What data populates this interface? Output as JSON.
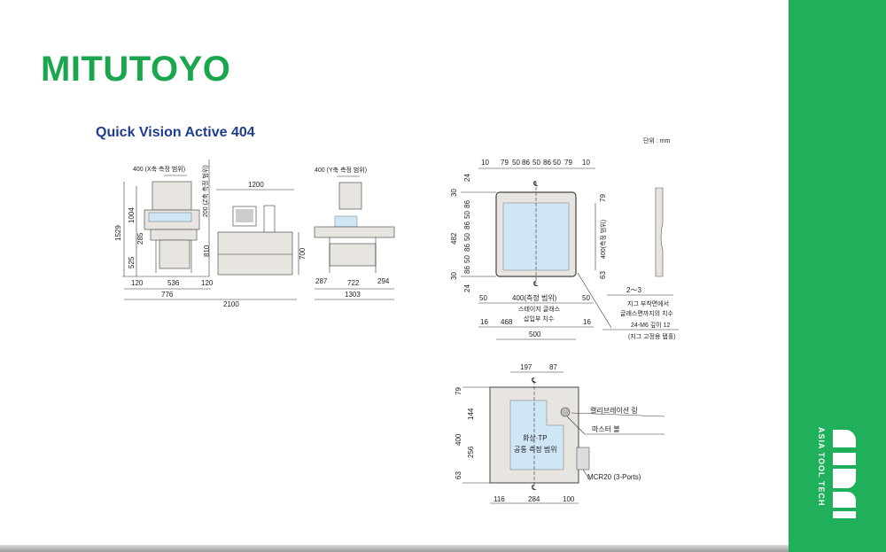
{
  "brand": {
    "logo": "MITUTOYO",
    "sidebar_logo": "ASIA TOOL TECH",
    "colors": {
      "brand_green": "#1aa64f",
      "sidebar_green": "#20b05b",
      "title_blue": "#1f3d8f",
      "stage_blue": "#cfe6f5"
    }
  },
  "title": "Quick Vision Active 404",
  "unit": "단위 : mm",
  "front_view": {
    "x_range": "400 (X축 측정 범위)",
    "z_range": "200 (Z축 측정 범위)",
    "h1529": "1529",
    "h1004": "1004",
    "h285": "285",
    "h525": "525",
    "h810": "810",
    "w120a": "120",
    "w536": "536",
    "w120b": "120",
    "w776": "776",
    "w2100": "2100"
  },
  "desk_view": {
    "w1200": "1200",
    "h700": "700"
  },
  "side_view": {
    "y_range": "400 (Y축 측정 범위)",
    "w287": "287",
    "w722": "722",
    "w294": "294",
    "w1303": "1303"
  },
  "stage_top": {
    "top_dims": [
      "10",
      "79",
      "50",
      "86",
      "50",
      "86",
      "50",
      "79",
      "10"
    ],
    "left_dims": [
      "24",
      "30",
      "86",
      "50",
      "86",
      "50",
      "86",
      "50",
      "86",
      "30",
      "24"
    ],
    "h482": "482",
    "r79": "79",
    "r_range": "400(측정 범위)",
    "r63": "63",
    "b50a": "50",
    "b_range": "400(측정 범위)",
    "b50b": "50",
    "glass_1": "스테이지 글래스",
    "glass_2": "삽입부 치수",
    "b16a": "16",
    "b468": "468",
    "b16b": "16",
    "b500": "500",
    "c1": "℄",
    "c2": "℄",
    "gap": "2～3",
    "note1": "지그 부착면에서",
    "note2": "글래스면까지의 치수",
    "tap": "24-M6 깊이 12",
    "tap_note": "(지그 고정용 탭홀)"
  },
  "stage_bottom": {
    "t197": "197",
    "t87": "87",
    "l79": "79",
    "l144": "144",
    "l400": "400",
    "l256": "256",
    "l63": "63",
    "b116": "116",
    "b284": "284",
    "b100": "100",
    "area1": "화상·TP",
    "area2": "공통 측정 범위",
    "calib_ring": "캘리브레이션 링",
    "master_ball": "마스터 볼",
    "mcr": "MCR20 (3-Ports)",
    "c1": "℄",
    "c2": "℄"
  }
}
